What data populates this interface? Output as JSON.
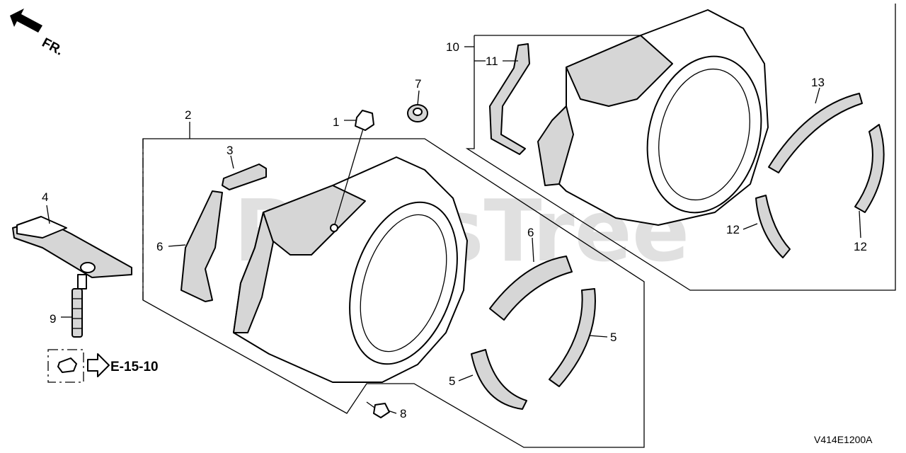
{
  "direction": {
    "text": "FR."
  },
  "watermark": {
    "text": "PartsTree"
  },
  "reference": {
    "text": "E-15-10"
  },
  "diagram_code": "V414E1200A",
  "callouts": {
    "c1": "1",
    "c2": "2",
    "c3": "3",
    "c4": "4",
    "c5a": "5",
    "c5b": "5",
    "c6a": "6",
    "c6b": "6",
    "c7": "7",
    "c8": "8",
    "c9": "9",
    "c10": "10",
    "c11": "11",
    "c12a": "12",
    "c12b": "12",
    "c13": "13"
  }
}
